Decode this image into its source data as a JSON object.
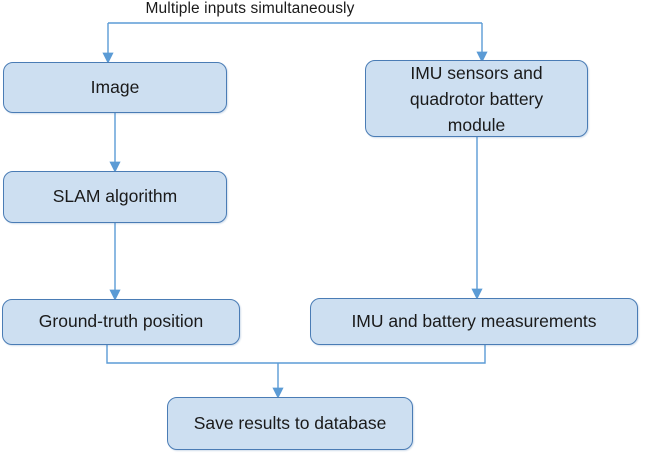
{
  "diagram": {
    "title": "Multiple inputs simultaneously",
    "nodes": {
      "image": {
        "label": "Image"
      },
      "imu_sensors": {
        "label": "IMU sensors and quadrotor battery module"
      },
      "slam": {
        "label": "SLAM algorithm"
      },
      "ground_truth": {
        "label": "Ground-truth position"
      },
      "measurements": {
        "label": "IMU and battery measurements"
      },
      "save": {
        "label": "Save results to database"
      }
    },
    "edges": [
      {
        "from": "multiple-inputs-label",
        "to": "image"
      },
      {
        "from": "multiple-inputs-label",
        "to": "imu_sensors"
      },
      {
        "from": "image",
        "to": "slam"
      },
      {
        "from": "slam",
        "to": "ground_truth"
      },
      {
        "from": "imu_sensors",
        "to": "measurements"
      },
      {
        "from": "ground_truth",
        "to": "save"
      },
      {
        "from": "measurements",
        "to": "save"
      }
    ],
    "colors": {
      "node_fill": "#cddff1",
      "node_border": "#4a7cb5",
      "connector": "#5b9bd5",
      "text": "#1a1a1a",
      "background": "#ffffff"
    }
  }
}
